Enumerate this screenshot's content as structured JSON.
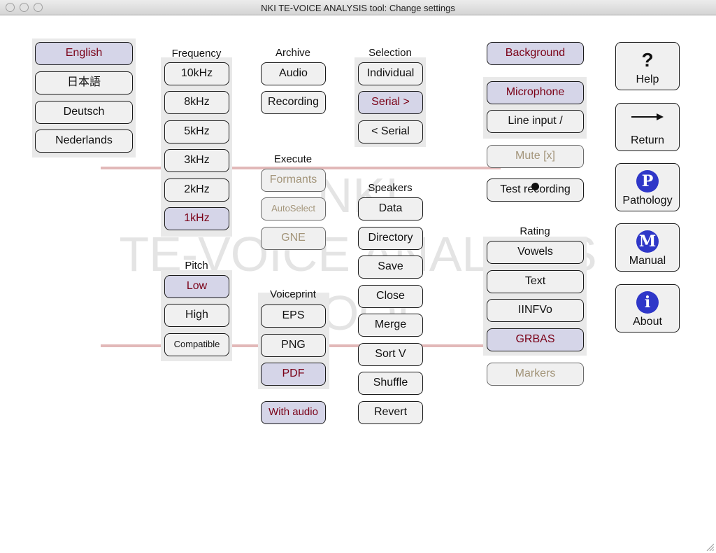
{
  "window": {
    "title": "NKI TE-VOICE ANALYSIS tool: Change settings"
  },
  "watermark": {
    "line1": "NKI",
    "line2": "TE-VOICE ANALYSIS",
    "line3": "TOOL"
  },
  "language": {
    "items": [
      "English",
      "日本語",
      "Deutsch",
      "Nederlands"
    ]
  },
  "frequency": {
    "header": "Frequency",
    "items": [
      "10kHz",
      "8kHz",
      "5kHz",
      "3kHz",
      "2kHz",
      "1kHz"
    ]
  },
  "pitch": {
    "header": "Pitch",
    "items": [
      "Low",
      "High",
      "Compatible"
    ]
  },
  "archive": {
    "header": "Archive",
    "items": [
      "Audio",
      "Recording"
    ]
  },
  "execute": {
    "header": "Execute",
    "items": [
      "Formants",
      "AutoSelect",
      "GNE"
    ]
  },
  "voiceprint": {
    "header": "Voiceprint",
    "items": [
      "EPS",
      "PNG",
      "PDF"
    ],
    "with_audio": "With audio"
  },
  "selection": {
    "header": "Selection",
    "items": [
      "Individual",
      "Serial >",
      "< Serial"
    ]
  },
  "speakers": {
    "header": "Speakers",
    "items": [
      "Data",
      "Directory",
      "Save",
      "Close",
      "Merge",
      "Sort V",
      "Shuffle",
      "Revert"
    ]
  },
  "input": {
    "background": "Background",
    "items": [
      "Microphone",
      "Line input /"
    ],
    "mute": "Mute [x]",
    "test": "Test recording"
  },
  "rating": {
    "header": "Rating",
    "items": [
      "Vowels",
      "Text",
      "IINFVo",
      "GRBAS"
    ],
    "markers": "Markers"
  },
  "side": {
    "help": {
      "label": "Help",
      "icon": "?"
    },
    "return": {
      "label": "Return"
    },
    "pathology": {
      "label": "Pathology",
      "icon": "P"
    },
    "manual": {
      "label": "Manual",
      "icon": "M"
    },
    "about": {
      "label": "About",
      "icon": "i"
    }
  },
  "colors": {
    "selected_bg": "#d5d5e8",
    "selected_text": "#7a0016",
    "disabled_text": "#a3957a",
    "panel_bg": "#e9e9e9",
    "guide_line": "#e2b8b8",
    "icon_blue": "#2f37c8"
  }
}
